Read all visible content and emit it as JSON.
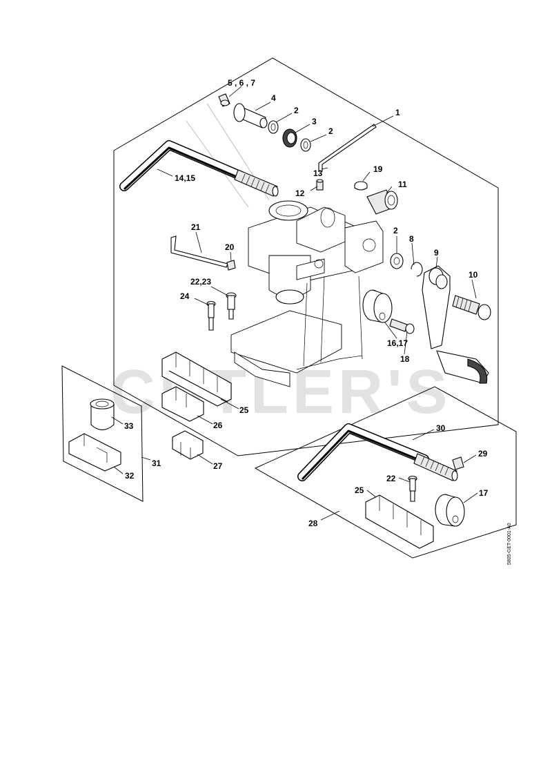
{
  "watermark": "CUTLER'S",
  "doc_id": "5805-GET-0001-A0",
  "callouts": {
    "c1": "1",
    "c2a": "2",
    "c2b": "2",
    "c2c": "2",
    "c3": "3",
    "c4": "4",
    "c567": "5 , 6 , 7",
    "c8": "8",
    "c9": "9",
    "c10": "10",
    "c11": "11",
    "c12": "12",
    "c13": "13",
    "c1415": "14,15",
    "c1617": "16,17",
    "c17": "17",
    "c18": "18",
    "c19": "19",
    "c20": "20",
    "c21": "21",
    "c2223": "22,23",
    "c22": "22",
    "c24": "24",
    "c25a": "25",
    "c25b": "25",
    "c26": "26",
    "c27": "27",
    "c28": "28",
    "c29": "29",
    "c30": "30",
    "c31": "31",
    "c32": "32",
    "c33": "33"
  }
}
